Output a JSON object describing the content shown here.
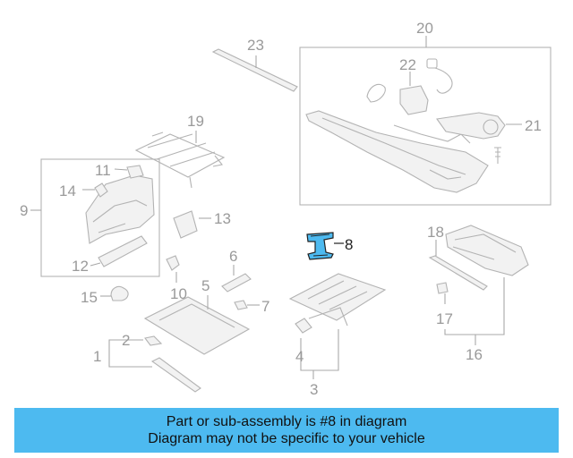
{
  "diagram": {
    "highlight_color": "#4dbaf0",
    "highlighted_part": "8",
    "callouts": {
      "c1": "1",
      "c2": "2",
      "c3": "3",
      "c4": "4",
      "c5": "5",
      "c6": "6",
      "c7": "7",
      "c8": "8",
      "c9": "9",
      "c10": "10",
      "c11": "11",
      "c12": "12",
      "c13": "13",
      "c14": "14",
      "c15": "15",
      "c16": "16",
      "c17": "17",
      "c18": "18",
      "c19": "19",
      "c20": "20",
      "c21": "21",
      "c22": "22",
      "c23": "23"
    }
  },
  "banner": {
    "line1": "Part or sub-assembly is #8 in diagram",
    "line2": "Diagram may not be specific to your vehicle",
    "background": "#4dbaf0"
  }
}
